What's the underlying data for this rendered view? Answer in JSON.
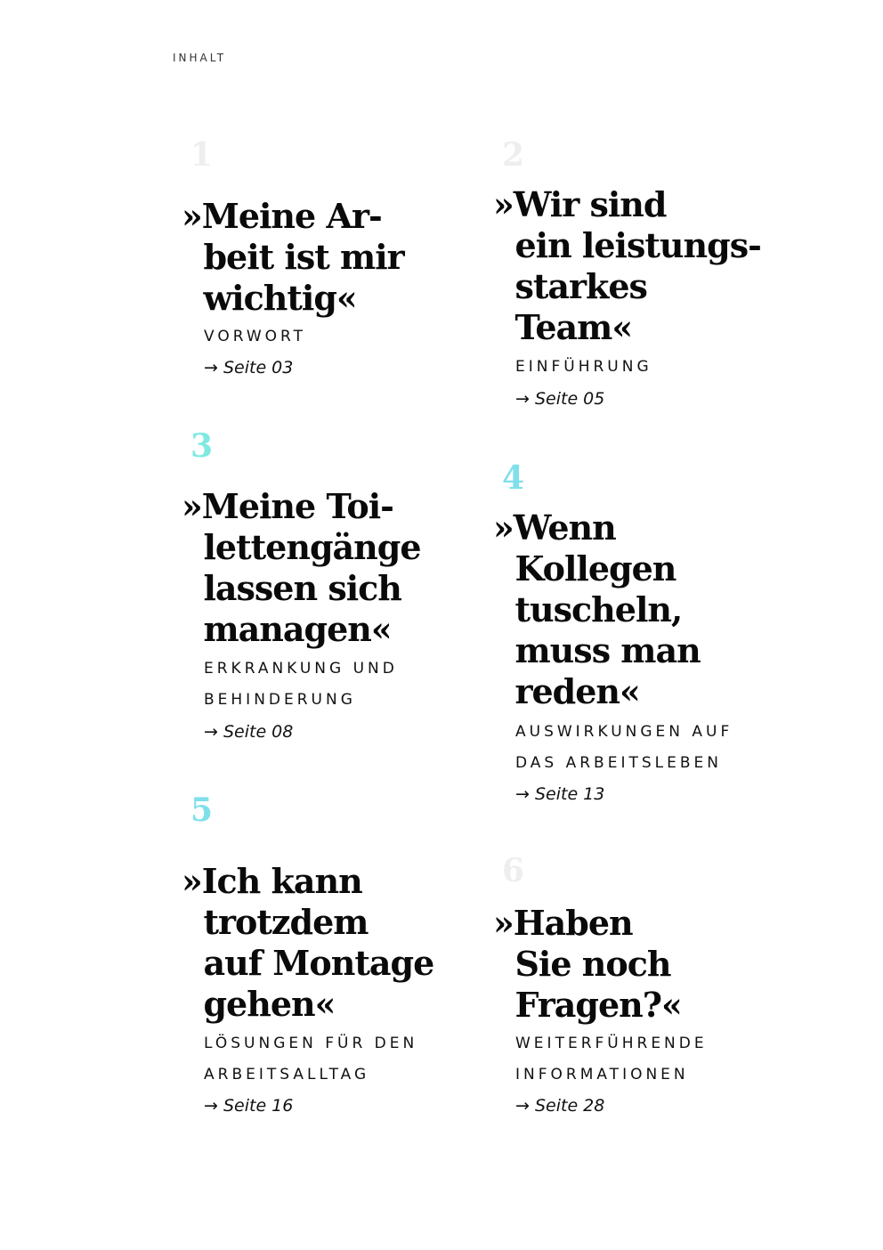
{
  "header": "INHALT",
  "entries": [
    {
      "number": "1",
      "number_color": "#eeeeee",
      "title": "»Meine Ar-\n  beit ist mir\n  wichtig«",
      "subtitle": "VORWORT",
      "page": "→ Seite 03"
    },
    {
      "number": "2",
      "number_color": "#eeeeee",
      "title": "»Wir sind\n  ein leistungs-\n  starkes\n  Team«",
      "subtitle": "EINFÜHRUNG",
      "page": "→ Seite 05"
    },
    {
      "number": "3",
      "number_color": "#7fe9e1",
      "title": "»Meine Toi-\n  lettengänge\n  lassen sich\n  managen«",
      "subtitle": "ERKRANKUNG UND\nBEHINDERUNG",
      "page": "→ Seite 08"
    },
    {
      "number": "4",
      "number_color": "#7fe0ea",
      "title": "»Wenn\n  Kollegen\n  tuscheln,\n  muss man\n  reden«",
      "subtitle": "AUSWIRKUNGEN AUF\nDAS ARBEITSLEBEN",
      "page": "→ Seite 13"
    },
    {
      "number": "5",
      "number_color": "#7fe0ea",
      "title": "»Ich kann\n  trotzdem\n  auf Montage\n  gehen«",
      "subtitle": "LÖSUNGEN FÜR DEN\nARBEITSALLTAG",
      "page": "→ Seite 16"
    },
    {
      "number": "6",
      "number_color": "#eeeeee",
      "title": "»Haben\n  Sie noch\n  Fragen?«",
      "subtitle": "WEITERFÜHRENDE\nINFORMATIONEN",
      "page": "→ Seite 28"
    }
  ]
}
